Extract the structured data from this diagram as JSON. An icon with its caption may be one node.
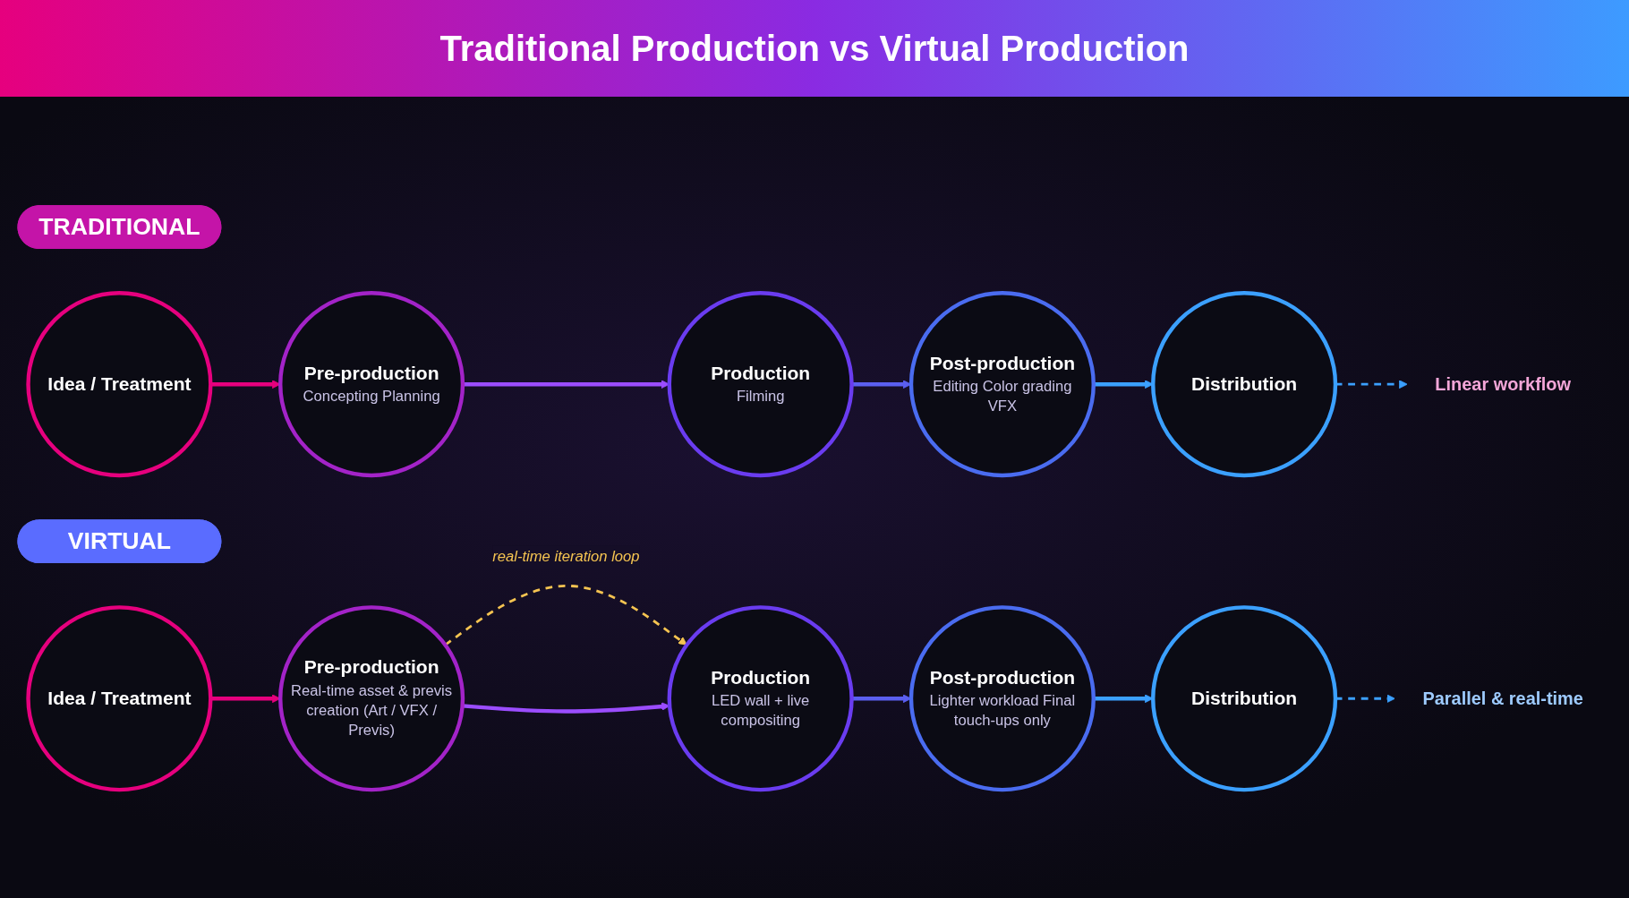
{
  "diagram": {
    "title": "Traditional Production vs Virtual Production",
    "nodes": [
      {
        "text": [
          "TRADITIONAL"
        ]
      },
      {
        "text": [
          "Idea / Treatment"
        ]
      },
      {
        "text": [
          "Pre-production",
          "Concepting Planning"
        ]
      },
      {
        "text": [
          "Production",
          "Filming"
        ]
      },
      {
        "text": [
          "Post-production",
          "Editing Color grading VFX"
        ]
      },
      {
        "text": [
          "Distribution"
        ]
      },
      {
        "text": [
          "Linear workflow"
        ]
      },
      {
        "text": [
          "VIRTUAL"
        ]
      },
      {
        "text": [
          "Idea / Treatment"
        ]
      },
      {
        "text": [
          "Pre-production",
          "Real-time asset & previs creation (Art / VFX / Previs)"
        ]
      },
      {
        "text": [
          "Production",
          "LED wall + live compositing"
        ]
      },
      {
        "text": [
          "Post-production",
          "Lighter workload Final touch-ups only"
        ]
      },
      {
        "text": [
          "Distribution"
        ]
      },
      {
        "text": [
          "Parallel & real-time"
        ]
      }
    ],
    "edges": [
      {
        "from": 1,
        "to": 2,
        "arrow": "to",
        "color": "#e6007e"
      },
      {
        "from": 2,
        "to": 3,
        "arrow": "to",
        "color": "#9b4dff"
      },
      {
        "from": 3,
        "to": 4,
        "arrow": "to",
        "color": "#5b5ff0"
      },
      {
        "from": 4,
        "to": 5,
        "arrow": "to",
        "color": "#3ba0ff"
      },
      {
        "from": 5,
        "to": 6,
        "arrow": "to",
        "style": "dashed",
        "color": "#3ba0ff"
      },
      {
        "from": 8,
        "to": 9,
        "arrow": "to",
        "color": "#e6007e"
      },
      {
        "from": 9,
        "to": 10,
        "arrow": "to",
        "label": "real-time iteration loop",
        "style": "dashed",
        "color": "#f5c451"
      },
      {
        "from": 9,
        "to": 10,
        "arrow": "to",
        "color": "#9b4dff"
      },
      {
        "from": 10,
        "to": 11,
        "arrow": "to",
        "color": "#5b5ff0"
      },
      {
        "from": 11,
        "to": 12,
        "arrow": "to",
        "color": "#3ba0ff"
      },
      {
        "from": 12,
        "to": 13,
        "arrow": "to",
        "style": "dashed",
        "color": "#3ba0ff"
      }
    ]
  }
}
